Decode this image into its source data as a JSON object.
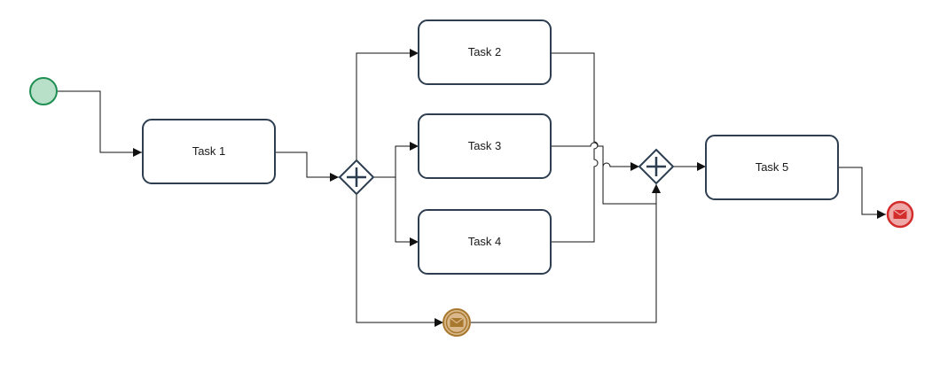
{
  "diagram": {
    "colors": {
      "stroke": "#2d3e50",
      "edge": "#111111",
      "start_fill": "#b8e0c8",
      "start_stroke": "#1e8f52",
      "end_fill": "#eea8a8",
      "end_stroke": "#d42b2b",
      "message_fill": "#d9b98b",
      "message_stroke": "#a8782e"
    },
    "tasks": [
      {
        "id": "task1",
        "label": "Task 1"
      },
      {
        "id": "task2",
        "label": "Task 2"
      },
      {
        "id": "task3",
        "label": "Task 3"
      },
      {
        "id": "task4",
        "label": "Task 4"
      },
      {
        "id": "task5",
        "label": "Task 5"
      }
    ],
    "events": [
      {
        "id": "start",
        "kind": "start-event"
      },
      {
        "id": "message",
        "kind": "intermediate-message-event",
        "icon": "envelope-icon"
      },
      {
        "id": "end",
        "kind": "end-message-event",
        "icon": "envelope-icon"
      }
    ],
    "gateways": [
      {
        "id": "split",
        "kind": "parallel-gateway",
        "icon": "plus-icon"
      },
      {
        "id": "join",
        "kind": "parallel-gateway",
        "icon": "plus-icon"
      }
    ]
  }
}
